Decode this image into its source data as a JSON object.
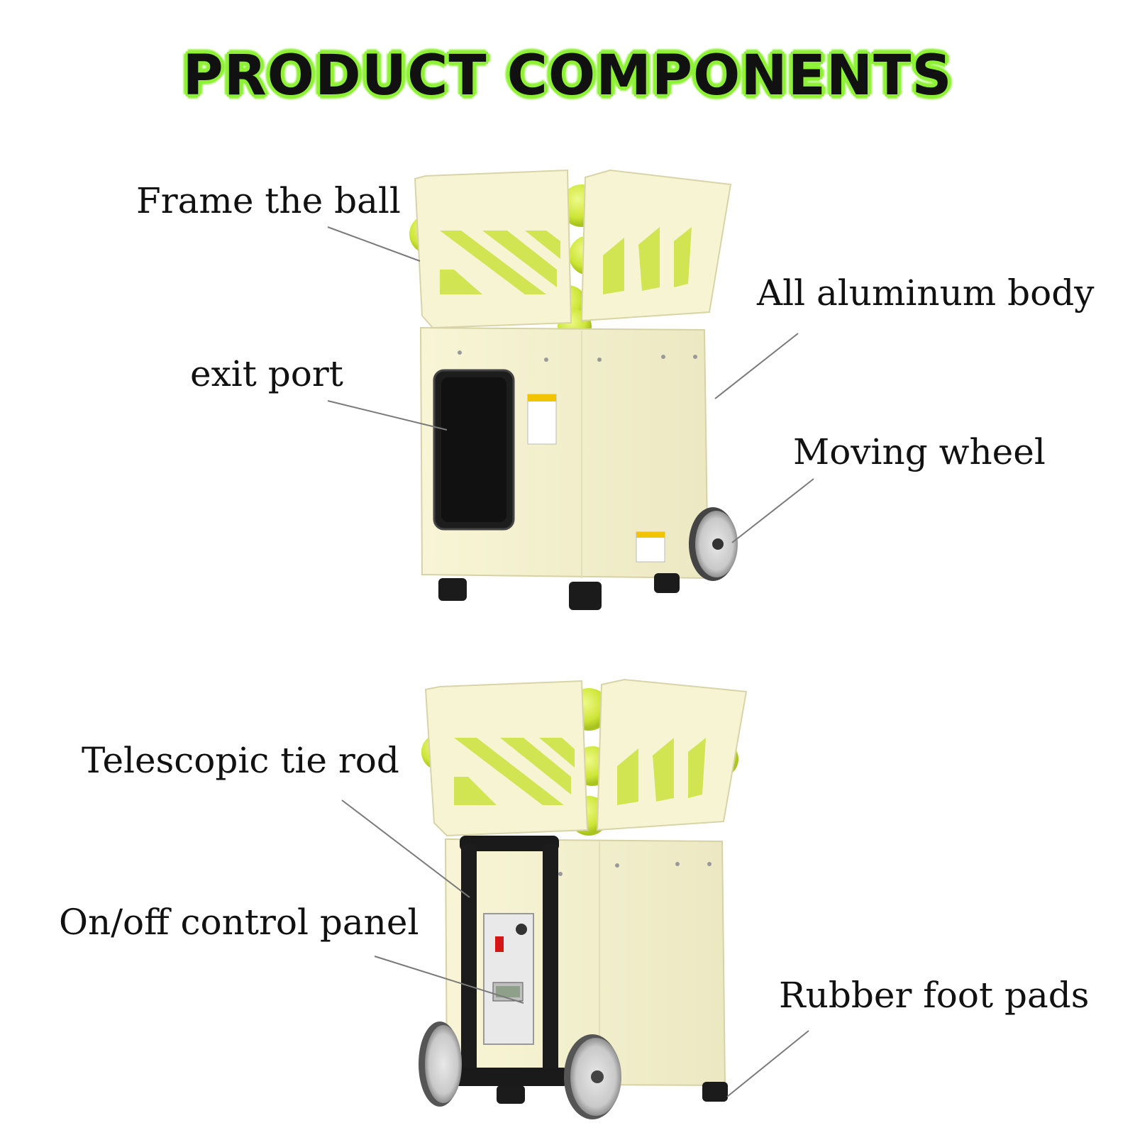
{
  "title": "PRODUCT COMPONENTS",
  "labels": {
    "frame_the_ball": "Frame the ball",
    "all_aluminum_body": "All aluminum body",
    "exit_port": "exit port",
    "moving_wheel": "Moving wheel",
    "telescopic_tie_rod": "Telescopic tie rod",
    "control_panel": "On/off control panel",
    "rubber_foot_pads": "Rubber foot pads"
  },
  "colors": {
    "accent": "#8ef135",
    "machine_body": "#f6f3d0",
    "tennis_ball": "#cfe83a",
    "leader_line": "#7a7a7a"
  },
  "icons": [
    "tennis-ball-machine-front-illustration",
    "tennis-ball-machine-back-illustration"
  ]
}
